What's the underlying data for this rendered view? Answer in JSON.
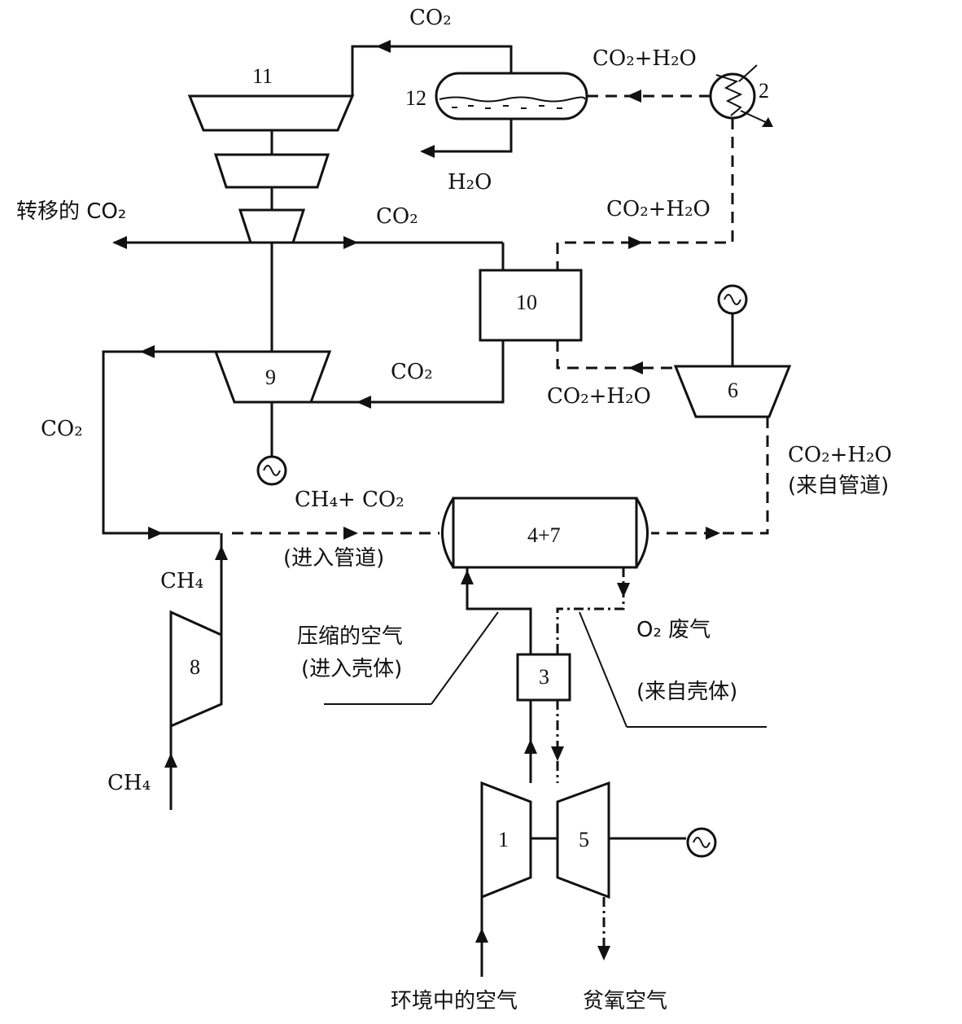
{
  "units": {
    "u1": "1",
    "u2": "2",
    "u3": "3",
    "u4_7": "4+7",
    "u5": "5",
    "u6": "6",
    "u8": "8",
    "u9": "9",
    "u10": "10",
    "u11": "11",
    "u12": "12"
  },
  "streams": {
    "co2_top": "CO₂",
    "co2_h2o_right": "CO₂+H₂O",
    "h2o_out": "H₂O",
    "transferred_co2": "转移的 CO₂",
    "co2_mid": "CO₂",
    "co2_h2o_upper": "CO₂+H₂O",
    "co2_to_9": "CO₂",
    "co2_h2o_from_6": "CO₂+H₂O",
    "co2_left": "CO₂",
    "ch4_co2": "CH₄+ CO₂",
    "into_pipe": "(进入管道)",
    "co2_h2o_pipe": "CO₂+H₂O",
    "from_pipe": "(来自管道)",
    "ch4_upper": "CH₄",
    "ch4_lower": "CH₄",
    "compressed_air": "压缩的空气",
    "into_shell": "(进入壳体)",
    "o2_exhaust": "O₂ 废气",
    "from_shell": "(来自壳体)",
    "ambient_air": "环境中的空气",
    "depleted_air": "贫氧空气"
  }
}
